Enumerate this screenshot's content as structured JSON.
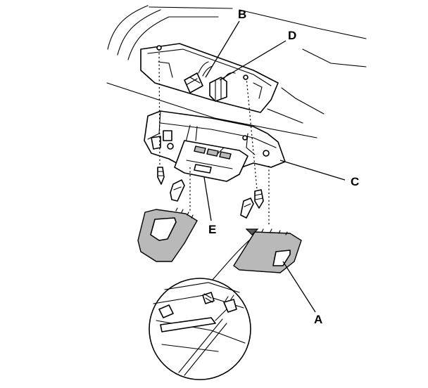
{
  "diagram": {
    "callouts": [
      {
        "id": "B",
        "text": "B"
      },
      {
        "id": "D",
        "text": "D"
      },
      {
        "id": "C",
        "text": "C"
      },
      {
        "id": "E",
        "text": "E"
      },
      {
        "id": "A",
        "text": "A"
      }
    ]
  }
}
